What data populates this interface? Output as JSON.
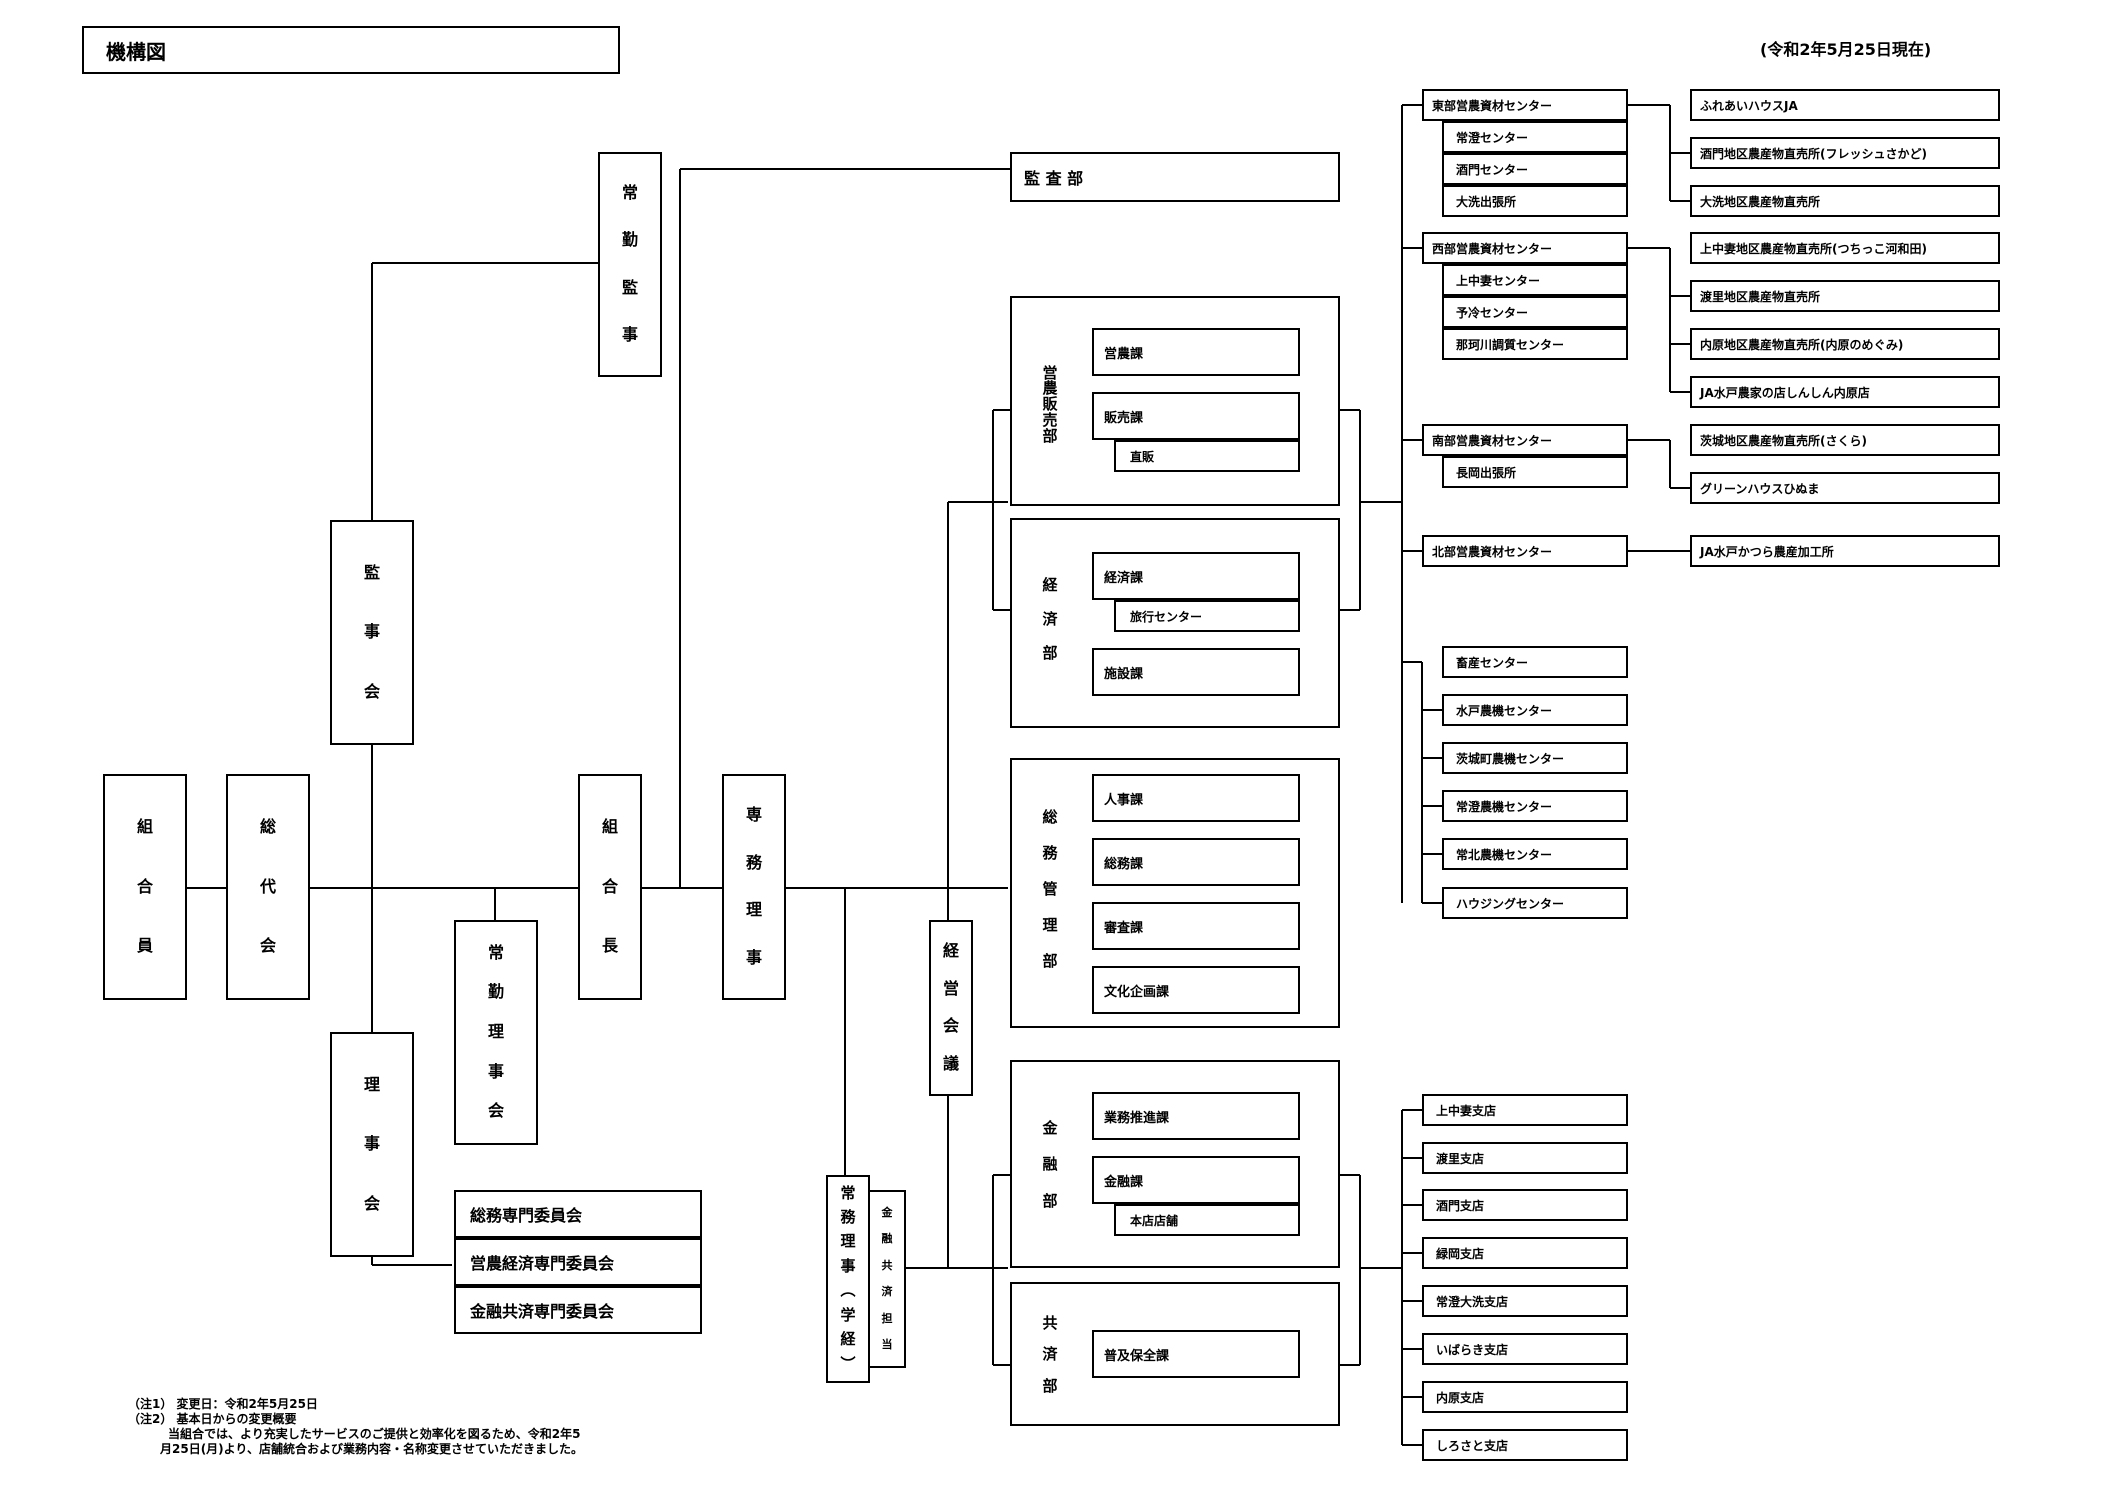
{
  "title": "機構図",
  "date": "(令和2年5月25日現在)",
  "governance": {
    "members": "組合員",
    "delegates": "総代会",
    "directors": "理事会",
    "supervisors": "監事会",
    "full_time_auditor": "常勤監事",
    "standing_board": "常勤理事会",
    "president": "組合長",
    "managing_director": "専務理事",
    "management_council": "経営会議",
    "executive_director": "常務理事（学経）",
    "executive_director_role": "金融共済担当",
    "audit_dept": "監 査 部"
  },
  "committees": [
    "総務専門委員会",
    "営農経済専門委員会",
    "金融共済専門委員会"
  ],
  "departments": {
    "farming_sales": {
      "name": "営農販売部",
      "sections": [
        "営農課",
        "販売課"
      ],
      "sub": "直販"
    },
    "economic": {
      "name": "経済部",
      "sections": [
        "経済課",
        "施設課"
      ],
      "sub": "旅行センター"
    },
    "general": {
      "name": "総務管理部",
      "sections": [
        "人事課",
        "総務課",
        "審査課",
        "文化企画課"
      ]
    },
    "finance": {
      "name": "金融部",
      "sections": [
        "業務推進課",
        "金融課"
      ],
      "sub": "本店店舗"
    },
    "mutual": {
      "name": "共済部",
      "sections": [
        "普及保全課"
      ]
    }
  },
  "centers": {
    "east": {
      "name": "東部営農資材センター",
      "subs": [
        "常澄センター",
        "酒門センター",
        "大洗出張所"
      ]
    },
    "west": {
      "name": "西部営農資材センター",
      "subs": [
        "上中妻センター",
        "予冷センター",
        "那珂川調質センター"
      ]
    },
    "south": {
      "name": "南部営農資材センター",
      "subs": [
        "長岡出張所"
      ]
    },
    "north": {
      "name": "北部営農資材センター"
    }
  },
  "outlets": {
    "east": [
      "ふれあいハウスJA",
      "酒門地区農産物直売所(フレッシュさかど)",
      "大洗地区農産物直売所"
    ],
    "west": [
      "上中妻地区農産物直売所(つちっこ河和田)",
      "渡里地区農産物直売所",
      "内原地区農産物直売所(内原のめぐみ)",
      "JA水戸農家の店しんしん内原店"
    ],
    "south": [
      "茨城地区農産物直売所(さくら)",
      "グリーンハウスひぬま"
    ],
    "north": [
      "JA水戸かつら農産加工所"
    ]
  },
  "other_centers": [
    "畜産センター",
    "水戸農機センター",
    "茨城町農機センター",
    "常澄農機センター",
    "常北農機センター",
    "ハウジングセンター"
  ],
  "branches": [
    "上中妻支店",
    "渡里支店",
    "酒門支店",
    "緑岡支店",
    "常澄大洗支店",
    "いばらき支店",
    "内原支店",
    "しろさと支店"
  ],
  "notes": {
    "n1": "（注1） 変更日：令和2年5月25日",
    "n2": "（注2） 基本日からの変更概要",
    "n3": "当組合では、より充実したサービスのご提供と効率化を図るため、令和2年5",
    "n4": "月25日(月)より、店舗統合および業務内容・名称変更させていただきました。"
  }
}
